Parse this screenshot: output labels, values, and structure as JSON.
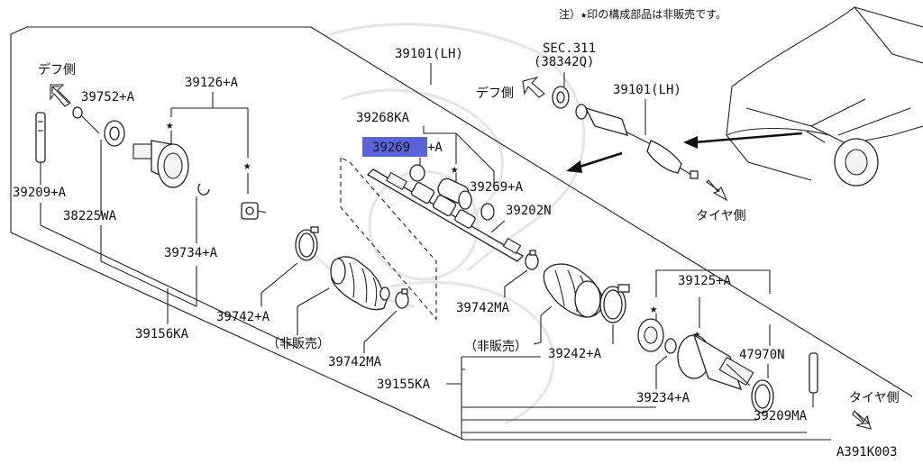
{
  "diagram": {
    "note": "注）★印の構成部品は非販売です。",
    "figure_code": "A391K003",
    "diff_side_left": "デフ側",
    "diff_side_right": "デフ側",
    "tire_side_top": "タイヤ側",
    "tire_side_bottom": "タイヤ側",
    "not_sold_left": "（非販売）",
    "not_sold_right": "（非販売）",
    "sec_ref": "SEC.311",
    "sec_part": "(38342Q)",
    "highlight_color": "#5b63d8",
    "parts": {
      "p39101_main": "39101(LH)",
      "p39101_car": "39101(LH)",
      "p39752": "39752+A",
      "p39126": "39126+A",
      "p39268": "39268KA",
      "p39269_hl": "39269",
      "p39269_hl_suffix": "+A",
      "p39269": "39269+A",
      "p39202": "39202N",
      "p39209": "39209+A",
      "p38225": "38225WA",
      "p39734": "39734+A",
      "p39742": "39742+A",
      "p39742ma_left": "39742MA",
      "p39742ma_right": "39742MA",
      "p39156": "39156KA",
      "p39155": "39155KA",
      "p39242": "39242+A",
      "p39125": "39125+A",
      "p47970": "47970N",
      "p39234": "39234+A",
      "p39209ma": "39209MA"
    }
  }
}
